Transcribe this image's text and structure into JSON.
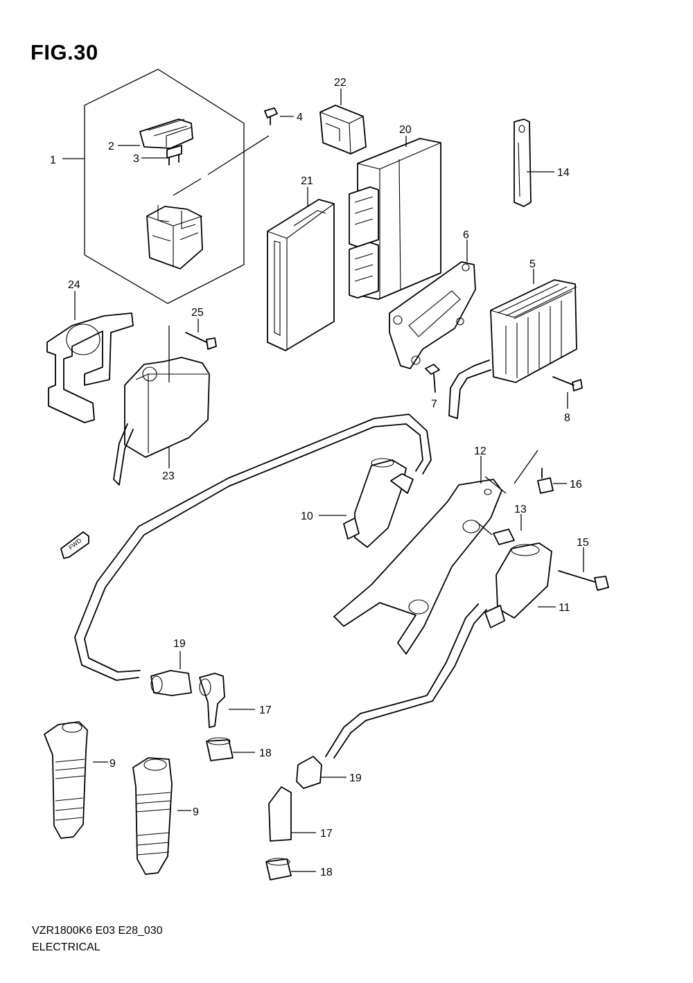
{
  "figure": {
    "title": "FIG.30",
    "model_code": "VZR1800K6 E03 E28_030",
    "section_name": "ELECTRICAL",
    "fwd_label": "FWD"
  },
  "callouts": {
    "c1": "1",
    "c2": "2",
    "c3": "3",
    "c4": "4",
    "c5": "5",
    "c6": "6",
    "c7": "7",
    "c8": "8",
    "c9a": "9",
    "c9b": "9",
    "c10": "10",
    "c11": "11",
    "c12": "12",
    "c13": "13",
    "c14": "14",
    "c15": "15",
    "c16": "16",
    "c17a": "17",
    "c17b": "17",
    "c18a": "18",
    "c18b": "18",
    "c19a": "19",
    "c19b": "19",
    "c20": "20",
    "c21": "21",
    "c22": "22",
    "c23": "23",
    "c24": "24",
    "c25": "25"
  }
}
